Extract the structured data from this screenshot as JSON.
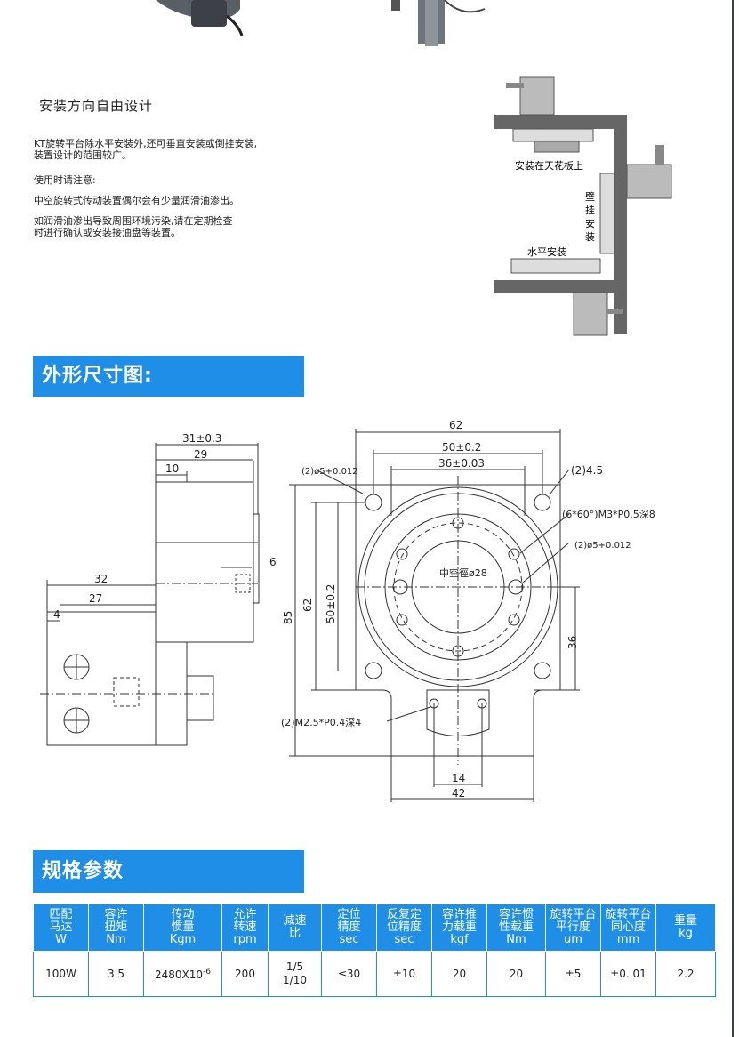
{
  "install": {
    "title": "安装方向自由设计",
    "para1_line1": "KT旋转平台除水平安装外,还可垂直安装或倒挂安装,",
    "para1_line2": "装置设计的范围较广。",
    "para2": "使用时请注意:",
    "para3": "中空旋转式传动装置偶尔会有少量润滑油渗出。",
    "para4_line1": "如润滑油渗出导致周围环境污染,请在定期检查",
    "para4_line2": "时进行确认或安装接油盘等装置。",
    "diagram_labels": {
      "ceiling": "安装在天花板上",
      "wall": [
        "壁",
        "挂",
        "安",
        "装"
      ],
      "horizontal": "水平安装"
    }
  },
  "dims_title": "外形尺寸图:",
  "spec_title": "规格参数",
  "drawing": {
    "side": {
      "d31": "31±0.3",
      "d29": "29",
      "d10": "10",
      "d6": "6",
      "d32": "32",
      "d27": "27",
      "d4": "4"
    },
    "front": {
      "d62_top": "62",
      "d50": "50±0.2",
      "d36": "36±0.03",
      "hole_left": "(2)ø5+0.012",
      "hole_right": "(2)4.5",
      "m3": "(6*60°)M3*P0.5深8",
      "hole_right2": "(2)ø5+0.012",
      "hollow": "中空徑ø28",
      "d85": "85",
      "d62_left": "62",
      "d50_left": "50±0.2",
      "d36_right": "36",
      "m25": "(2)M2.5*P0.4深4",
      "d14": "14",
      "d42": "42"
    }
  },
  "spec_table": {
    "headers": [
      [
        "匹配",
        "马达",
        "W"
      ],
      [
        "容许",
        "扭矩",
        "Nm"
      ],
      [
        "传动",
        "惯量",
        "Kgm"
      ],
      [
        "允许",
        "转速",
        "rpm"
      ],
      [
        "减速",
        "比"
      ],
      [
        "定位",
        "精度",
        "sec"
      ],
      [
        "反复定",
        "位精度",
        "sec"
      ],
      [
        "容许推",
        "力载重",
        "kgf"
      ],
      [
        "容许惯",
        "性载重",
        "Nm"
      ],
      [
        "旋转平台",
        "平行度",
        "um"
      ],
      [
        "旋转平台",
        "同心度",
        "mm"
      ],
      [
        "重量",
        "kg"
      ]
    ],
    "row": {
      "motor": "100W",
      "torque": "3.5",
      "inertia_base": "2480X10",
      "inertia_exp": "-6",
      "speed": "200",
      "ratio1": "1/5",
      "ratio2": "1/10",
      "pos_acc": "≤30",
      "rep_acc": "±10",
      "thrust": "20",
      "inertia_load": "20",
      "parallel": "±5",
      "concentric": "±0. 01",
      "weight": "2.2"
    }
  }
}
